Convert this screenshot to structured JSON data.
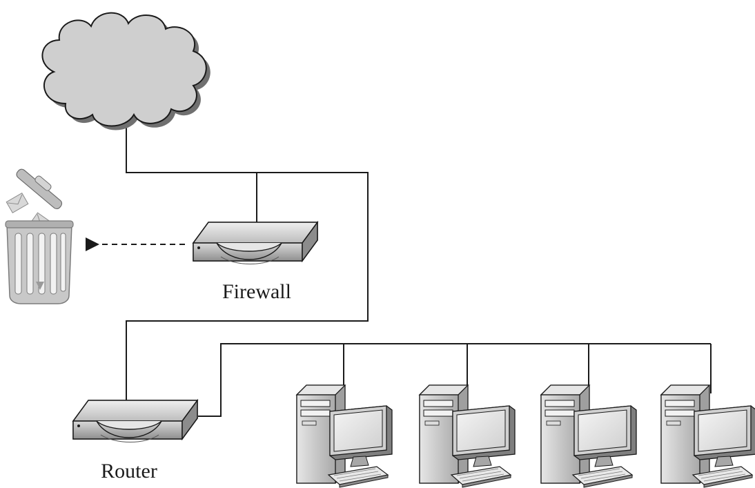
{
  "labels": {
    "firewall": "Firewall",
    "router": "Router"
  },
  "nodes": [
    {
      "id": "internet",
      "icon": "cloud-icon"
    },
    {
      "id": "trash",
      "icon": "trash-can-icon"
    },
    {
      "id": "firewall",
      "icon": "firewall-device-icon"
    },
    {
      "id": "router",
      "icon": "router-device-icon"
    },
    {
      "id": "pc1",
      "icon": "desktop-computer-icon"
    },
    {
      "id": "pc2",
      "icon": "desktop-computer-icon"
    },
    {
      "id": "pc3",
      "icon": "desktop-computer-icon"
    },
    {
      "id": "pc4",
      "icon": "desktop-computer-icon"
    }
  ],
  "edges": [
    {
      "from": "internet",
      "to": "router",
      "style": "solid"
    },
    {
      "from": "firewall",
      "to": "internet-router-link",
      "style": "solid"
    },
    {
      "from": "firewall",
      "to": "trash",
      "style": "dashed-arrow"
    },
    {
      "from": "router",
      "to": "lan-bus",
      "style": "solid"
    },
    {
      "from": "lan-bus",
      "to": "pc1",
      "style": "solid"
    },
    {
      "from": "lan-bus",
      "to": "pc2",
      "style": "solid"
    },
    {
      "from": "lan-bus",
      "to": "pc3",
      "style": "solid"
    },
    {
      "from": "lan-bus",
      "to": "pc4",
      "style": "solid"
    }
  ],
  "colors": {
    "line": "#1a1a1a",
    "cloud_fill": "#cfcfcf",
    "device_fill": "#d7d7d7",
    "device_dark": "#9a9a9a",
    "trash_fill": "#c8c8c8"
  }
}
